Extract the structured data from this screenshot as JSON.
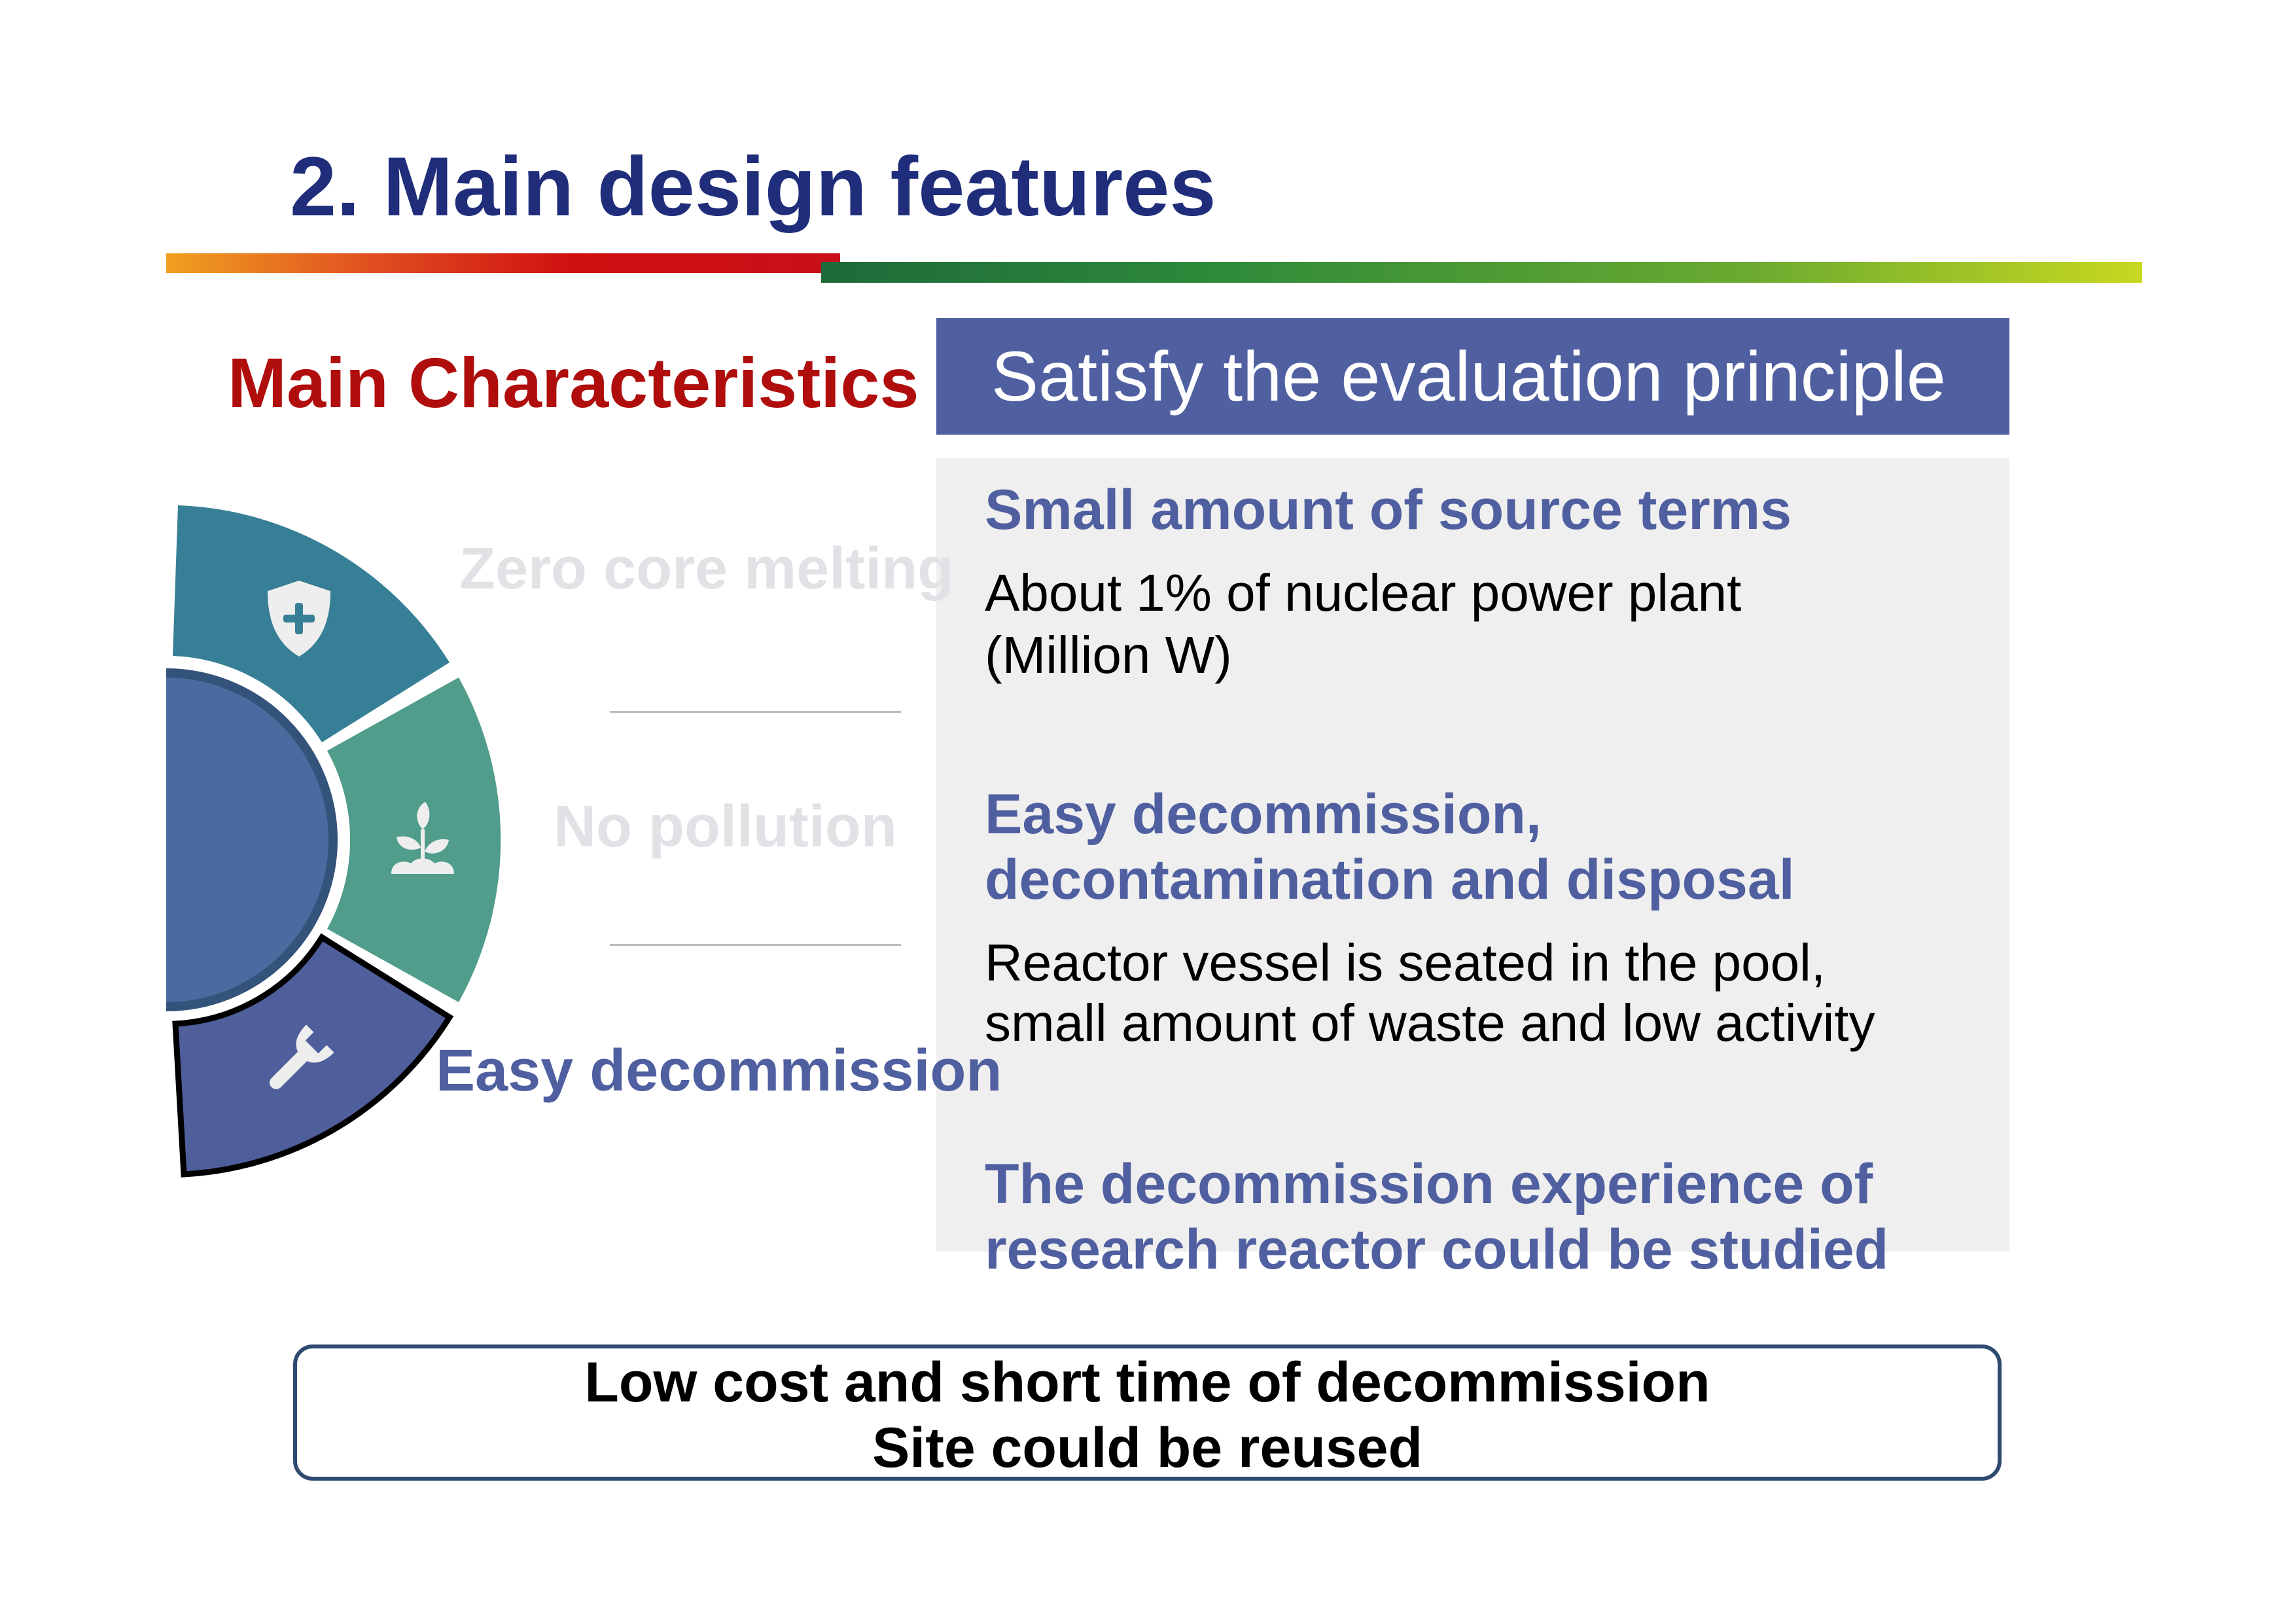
{
  "title": "2. Main design features",
  "colors": {
    "title": "#1f2d7a",
    "accent_red": "#b00d0d",
    "accent_blue": "#4f5fa0",
    "panel": "#efefef",
    "seg_top": "#377f96",
    "seg_mid": "#509d8b",
    "seg_bottom": "#4f5f9b",
    "center": "#4a6ba0"
  },
  "left": {
    "heading": "Main Characteristics",
    "segments": [
      {
        "label": "Zero core melting",
        "icon": "shield-plus-icon",
        "state": "inactive"
      },
      {
        "label": "No pollution",
        "icon": "plant-icon",
        "state": "inactive"
      },
      {
        "label": "Easy decommission",
        "icon": "wrench-icon",
        "state": "active"
      }
    ]
  },
  "right": {
    "header": "Satisfy the evaluation principle",
    "items": [
      {
        "heading_lines": [
          "Small amount of source terms"
        ],
        "body_lines": [
          "About 1% of nuclear power plant",
          "(Million W)"
        ]
      },
      {
        "heading_lines": [
          "Easy decommission,",
          "decontamination and disposal"
        ],
        "body_lines": [
          "Reactor vessel is seated in the pool,",
          "small amount of waste and low activity"
        ]
      },
      {
        "heading_lines": [
          "The decommission experience of",
          "research reactor could be studied"
        ],
        "body_lines": []
      }
    ]
  },
  "conclusion": [
    "Low cost and short time of decommission",
    "Site could be reused"
  ]
}
